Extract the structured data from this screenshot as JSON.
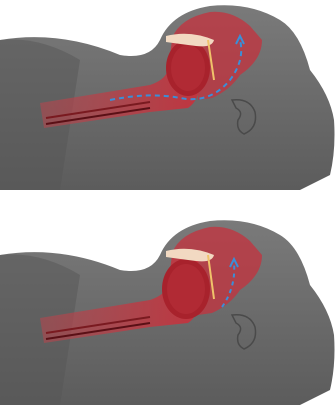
{
  "figure": {
    "panels": [
      {
        "id": "top",
        "airway_state": "open",
        "icon": "head-profile-airway-illustration",
        "colors": {
          "silhouette": "#6b6b6b",
          "airway": "#c5323d",
          "tongue": "#a8222c",
          "airflow": "#3a8fd8",
          "background": "#ffffff"
        }
      },
      {
        "id": "bottom",
        "airway_state": "obstructed",
        "icon": "head-profile-airway-illustration",
        "colors": {
          "silhouette": "#6b6b6b",
          "airway": "#c5323d",
          "tongue": "#a8222c",
          "airflow": "#3a8fd8",
          "background": "#ffffff"
        }
      }
    ]
  }
}
